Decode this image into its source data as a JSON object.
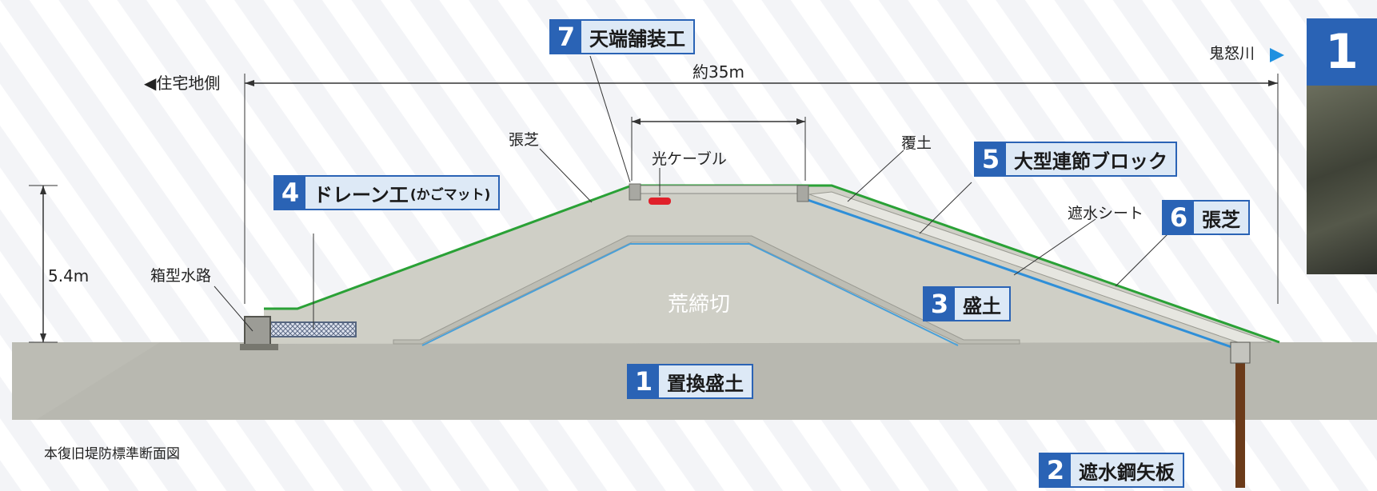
{
  "title_side_left": "◀住宅地側",
  "title_side_right": "鬼怒川",
  "width_label": "約35m",
  "height_label": "5.4m",
  "labels": {
    "harishiba": "張芝",
    "hikari_cable": "光ケーブル",
    "fukudo": "覆土",
    "shasui_sheet": "遮水シート",
    "hakogata_suiro": "箱型水路",
    "arashimekiri": "荒締切"
  },
  "badges": [
    {
      "num": "1",
      "label": "置換盛土"
    },
    {
      "num": "2",
      "label": "遮水鋼矢板"
    },
    {
      "num": "3",
      "label": "盛土"
    },
    {
      "num": "4",
      "label": "ドレーン工",
      "sub": "(かごマット)"
    },
    {
      "num": "5",
      "label": "大型連節ブロック"
    },
    {
      "num": "6",
      "label": "張芝"
    },
    {
      "num": "7",
      "label": "天端舗装工"
    }
  ],
  "caption": "本復旧堤防標準断面図",
  "photo_badge": "1",
  "colors": {
    "accent": "#2a63b5",
    "grass": "#2aa136",
    "sheet": "#2f8fd8",
    "cable": "#e0202a",
    "arrow_blue": "#1e90e0"
  }
}
